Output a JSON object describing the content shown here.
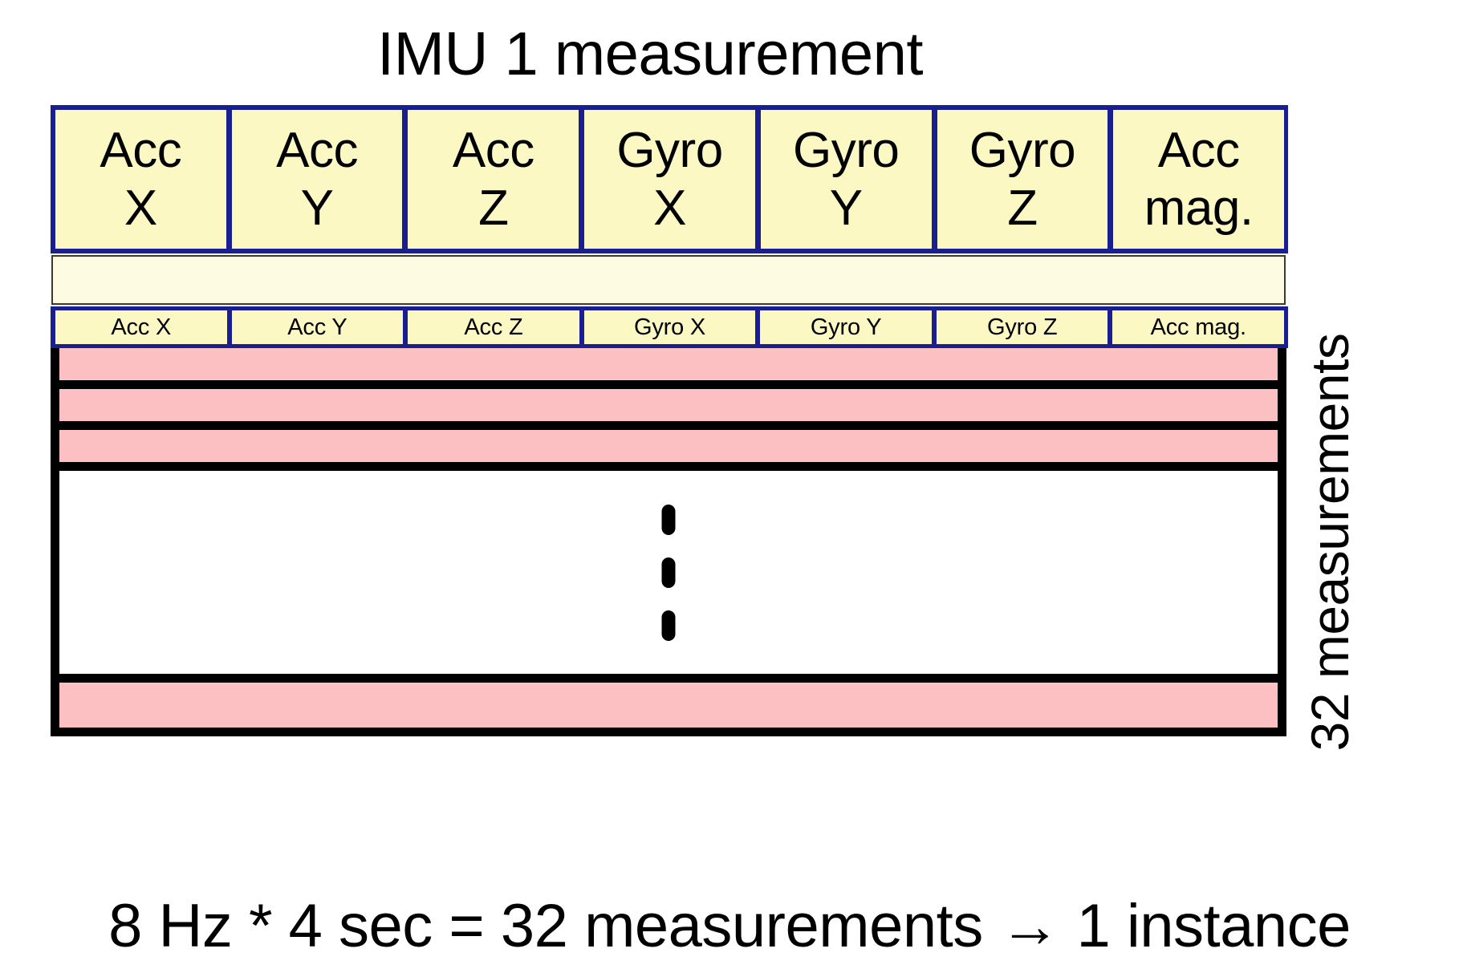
{
  "diagram": {
    "title": "IMU 1 measurement",
    "caption": "8 Hz * 4 sec = 32 measurements → 1 instance",
    "side_label": "32 measurements",
    "colors": {
      "cell_fill": "#fbf8c4",
      "cell_border": "#1a1f8f",
      "connector_fill": "#fdfce3",
      "row_pink": "#fcc0c2",
      "row_border": "#000000",
      "background": "#ffffff",
      "text": "#000000"
    },
    "expanded_measurement": {
      "columns": [
        {
          "line1": "Acc",
          "line2": "X"
        },
        {
          "line1": "Acc",
          "line2": "Y"
        },
        {
          "line1": "Acc",
          "line2": "Z"
        },
        {
          "line1": "Gyro",
          "line2": "X"
        },
        {
          "line1": "Gyro",
          "line2": "Y"
        },
        {
          "line1": "Gyro",
          "line2": "Z"
        },
        {
          "line1": "Acc",
          "line2": "mag."
        }
      ]
    },
    "compact_measurement": {
      "columns": [
        {
          "label": "Acc X"
        },
        {
          "label": "Acc Y"
        },
        {
          "label": "Acc Z"
        },
        {
          "label": "Gyro X"
        },
        {
          "label": "Gyro Y"
        },
        {
          "label": "Gyro Z"
        },
        {
          "label": "Acc mag."
        }
      ]
    },
    "stack": {
      "total_measurements": 32,
      "visible_rows": [
        {
          "kind": "pink"
        },
        {
          "kind": "pink"
        },
        {
          "kind": "pink"
        },
        {
          "kind": "blank-with-ellipsis",
          "dots": 3
        },
        {
          "kind": "pink"
        }
      ]
    }
  }
}
